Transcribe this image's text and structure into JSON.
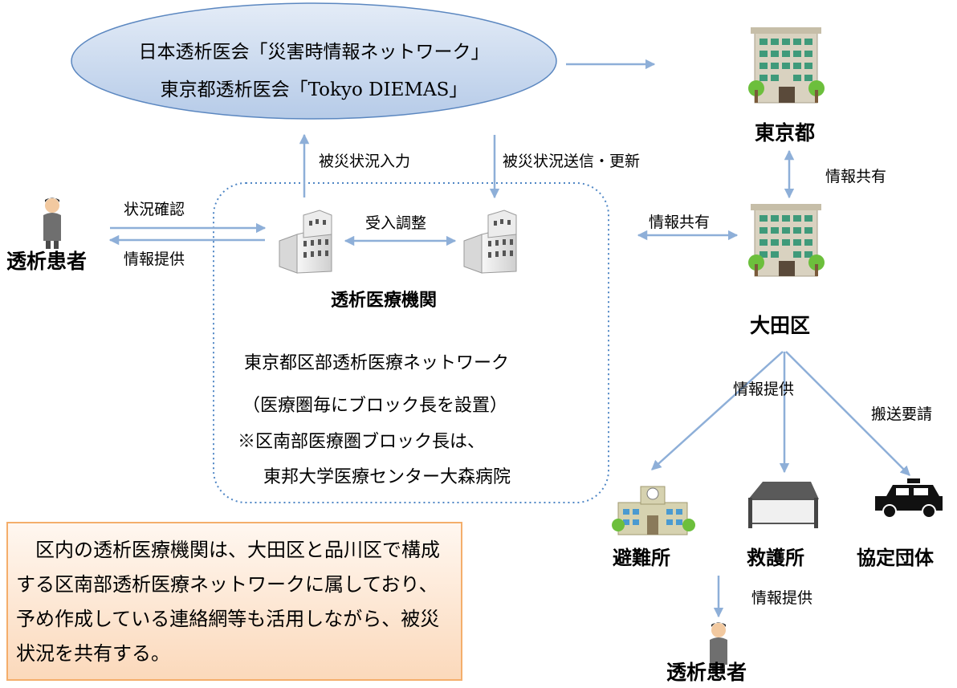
{
  "network": {
    "line1": "日本透析医会「災害時情報ネットワーク」",
    "line2": "東京都透析医会「Tokyo DIEMAS」"
  },
  "tokyo": {
    "label": "東京都"
  },
  "ota": {
    "label": "大田区"
  },
  "labels": {
    "damage_input": "被災状況入力",
    "damage_send": "被災状況送信・更新",
    "share_tokyo_ota": "情報共有",
    "share_ota_clinic": "情報共有",
    "status_check": "状況確認",
    "info_provide_patient": "情報提供",
    "acceptance": "受入調整",
    "info_provide_ota": "情報提供",
    "transport_request": "搬送要請",
    "info_provide_shelter": "情報提供"
  },
  "patient_left": {
    "label": "透析患者"
  },
  "patient_bottom": {
    "label": "透析患者"
  },
  "clinic_group": {
    "label": "透析医療機関"
  },
  "district_network": {
    "line1": "東京都区部透析医療ネットワーク",
    "line2": "（医療圏毎にブロック長を設置）",
    "line3": "※区南部医療圏ブロック長は、",
    "line4": "東邦大学医療センター大森病院"
  },
  "destinations": {
    "shelter": "避難所",
    "aid_station": "救護所",
    "partner": "協定団体"
  },
  "note": {
    "text": "区内の透析医療機関は、大田区と品川区で構成する区南部透析医療ネットワークに属しており、予め作成している連絡網等も活用しながら、被災状況を共有する。"
  },
  "colors": {
    "arrow": "#8eafd8",
    "ellipse_fill": "#c9d9ef",
    "ellipse_stroke": "#5b87c0",
    "dotted_border": "#4f86c5",
    "note_border": "#f4ae6b",
    "note_fill": "#fbd9bb"
  }
}
